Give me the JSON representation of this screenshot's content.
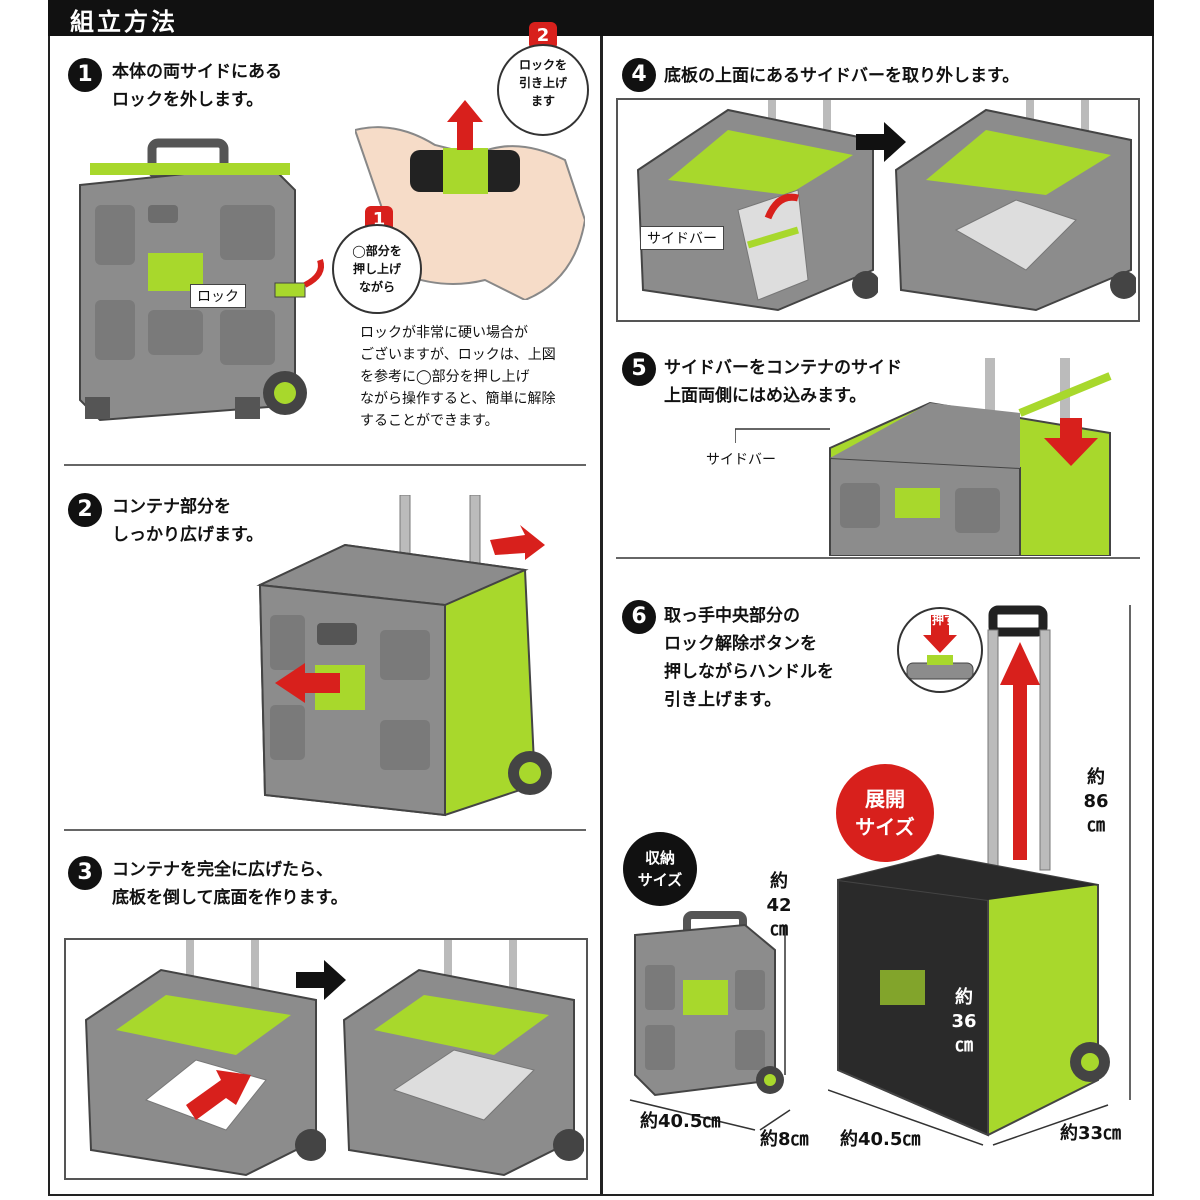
{
  "header": {
    "title": "組立方法"
  },
  "steps": [
    {
      "number": "1",
      "text": "本体の両サイドにある\nロックを外します。"
    },
    {
      "number": "2",
      "text": "コンテナ部分を\nしっかり広げます。"
    },
    {
      "number": "3",
      "text": "コンテナを完全に広げたら、\n底板を倒して底面を作ります。"
    },
    {
      "number": "4",
      "text": "底板の上面にあるサイドバーを取り外します。"
    },
    {
      "number": "5",
      "text": "サイドバーをコンテナのサイド\n上面両側にはめ込みます。"
    },
    {
      "number": "6",
      "text": "取っ手中央部分の\nロック解除ボタンを\n押しながらハンドルを\n引き上げます。"
    }
  ],
  "step1": {
    "lock_label": "ロック",
    "callout1_num": "1",
    "callout1_text": "◯部分を\n押し上げ\nながら",
    "callout2_num": "2",
    "callout2_text": "ロックを\n引き上げ\nます",
    "note": "ロックが非常に硬い場合が\nございますが、ロックは、上図\nを参考に◯部分を押し上げ\nながら操作すると、簡単に解除\nすることができます。"
  },
  "step4": {
    "sidebar_label": "サイドバー"
  },
  "step5": {
    "sidebar_label": "サイドバー"
  },
  "step6": {
    "push_label": "押す",
    "stored_badge": "収納\nサイズ",
    "expanded_badge": "展開\nサイズ",
    "stored_height": "約\n42\n㎝",
    "stored_width": "約40.5㎝",
    "stored_depth": "約8㎝",
    "expanded_height_total": "約\n86\n㎝",
    "expanded_box_height": "約\n36\n㎝",
    "expanded_width": "約40.5㎝",
    "expanded_depth": "約33㎝"
  },
  "colors": {
    "lime": "#a8d82c",
    "gray": "#8c8c8c",
    "dark": "#2a2a2a",
    "red": "#d8201c"
  }
}
